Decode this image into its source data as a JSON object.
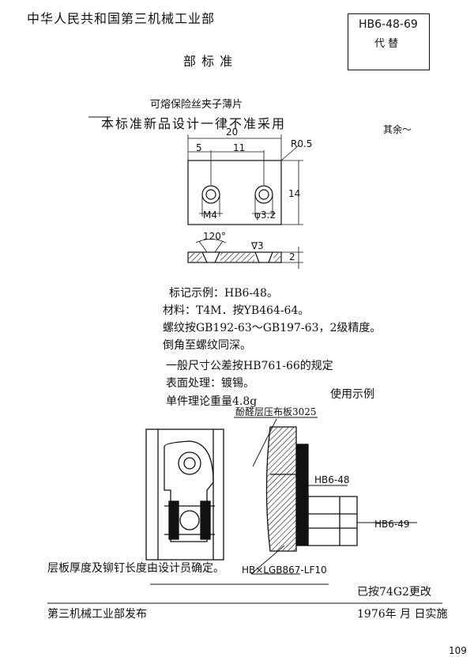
{
  "header": {
    "ministry": "中华人民共和国第三机械工业部",
    "standard_type": "部 标 准",
    "std_code": "HB6-48-69",
    "replaces": "代 替",
    "title": "可熔保险丝夹子薄片",
    "notice": "本标准新品设计一律不准采用",
    "roughness_rest": "其余"
  },
  "drawing": {
    "dim_20": "20",
    "dim_5": "5",
    "dim_11": "11",
    "dim_r05": "R0.5",
    "dim_14": "14",
    "dim_m4": "M4",
    "dim_phi32": "φ3.2",
    "dim_120": "120°",
    "dim_2": "2",
    "dim_roughness": "∇3"
  },
  "notes": {
    "example": "标记示例：HB6-48。",
    "material": "材料：T4M．按YB464-64。",
    "thread": "螺纹按GB192-63～GB197-63，2级精度。",
    "chamfer": "倒角至螺纹同深。",
    "tolerance": "一般尺寸公差按HB761-66的规定",
    "surface": "表面处理：镀锡。",
    "weight": "单件理论重量4.8g",
    "usage": "使用示例"
  },
  "usage_drawing": {
    "board_label": "酚醛层压布板3025",
    "part1": "HB6-48",
    "part2": "HB6-49",
    "screw": "HB×LGB867-LF10"
  },
  "footer": {
    "note": "层板厚度及铆钉长度由设计员确定。",
    "change": "已按74G2更改",
    "publisher": "第三机械工业部发布",
    "date": "1976年 月 日实施",
    "page": "109"
  }
}
